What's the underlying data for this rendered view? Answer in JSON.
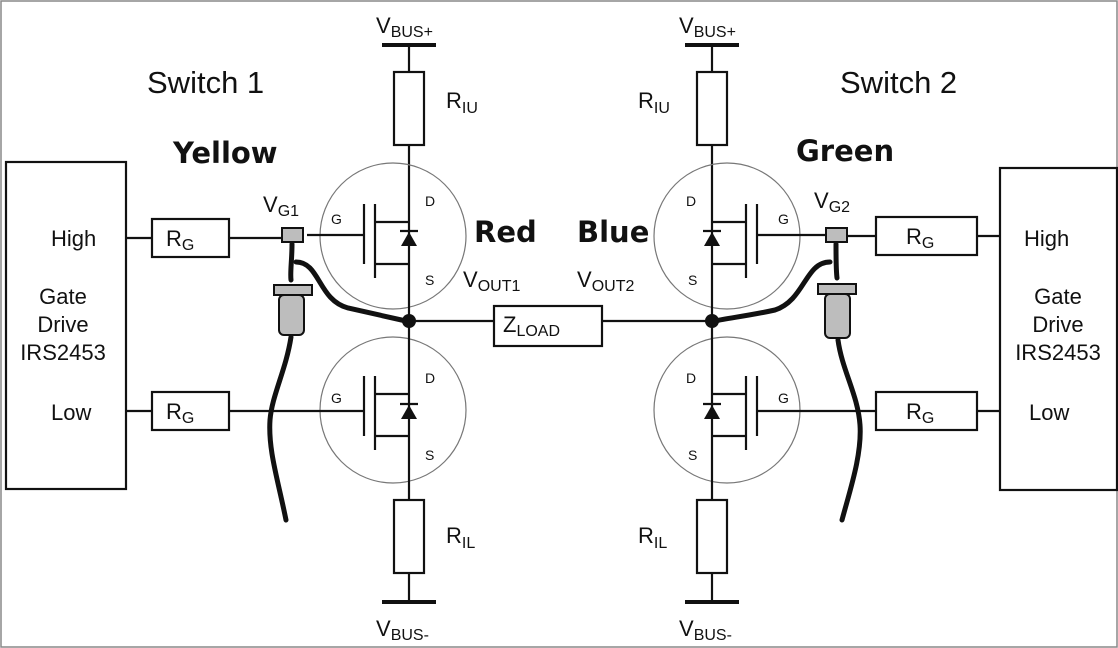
{
  "labels": {
    "switch1": "Switch 1",
    "switch2": "Switch 2",
    "yellow": "Yellow",
    "red": "Red",
    "blue": "Blue",
    "green": "Green",
    "vbus_plus_base": "V",
    "vbus_plus_sub": "BUS+",
    "vbus_minus_base": "V",
    "vbus_minus_sub": "BUS-",
    "riu_base": "R",
    "riu_sub": "IU",
    "ril_base": "R",
    "ril_sub": "IL",
    "rg_base": "R",
    "rg_sub": "G",
    "vg1_base": "V",
    "vg1_sub": "G1",
    "vg2_base": "V",
    "vg2_sub": "G2",
    "vout1_base": "V",
    "vout1_sub": "OUT1",
    "vout2_base": "V",
    "vout2_sub": "OUT2",
    "zload_base": "Z",
    "zload_sub": "LOAD",
    "high": "High",
    "low": "Low",
    "gate": "Gate",
    "drive": "Drive",
    "chip": "IRS2453",
    "pin_g": "G",
    "pin_d": "D",
    "pin_s": "S"
  },
  "colors": {
    "yellow": "#f5b800",
    "red": "#ff1a1a",
    "blue": "#14b4f0",
    "green": "#1fae4e"
  }
}
